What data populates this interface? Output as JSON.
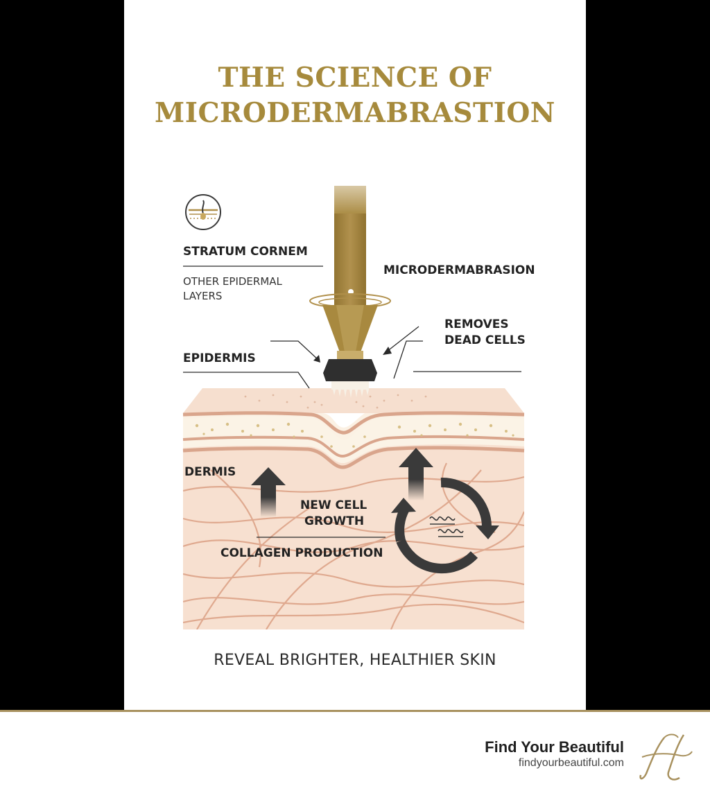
{
  "title": {
    "line1": "THE SCIENCE OF",
    "line2": "MICRODERMABRASTION"
  },
  "labels": {
    "stratum_corneum": "STRATUM CORNEM",
    "other_layers_1": "OTHER EPIDERMAL",
    "other_layers_2": "LAYERS",
    "microdermabrasion": "MICRODERMABRASION",
    "removes_1": "REMOVES",
    "removes_2": "DEAD CELLS",
    "epidermis": "EPIDERMIS",
    "dermis": "DERMIS",
    "new_cell_1": "NEW CELL",
    "new_cell_2": "GROWTH",
    "collagen": "COLLAGEN PRODUCTION"
  },
  "tagline": "REVEAL BRIGHTER, HEALTHIER SKIN",
  "brand": {
    "name": "Find Your Beautiful",
    "url": "findyourbeautiful.com",
    "logo_letter": "H"
  },
  "colors": {
    "gold": "#a68a3c",
    "skin": "#f6dfcf",
    "skin_line": "#d9a58c",
    "dark_arrow": "#3a3a3a"
  },
  "icons": [
    "hair-follicle-icon",
    "up-arrow-icon",
    "cycle-arrows-icon",
    "collagen-coil-icon"
  ]
}
